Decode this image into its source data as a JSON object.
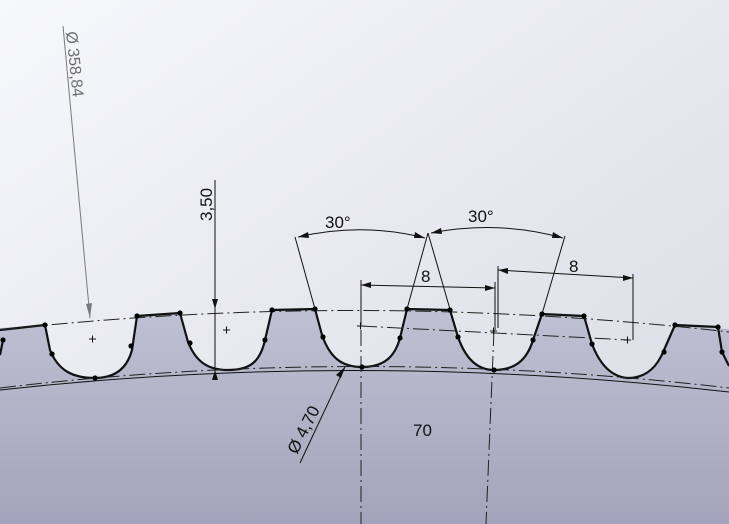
{
  "drawing": {
    "outer_diameter_label": "Ø 358,84",
    "tooth_height_label": "3,50",
    "flank_angle_label_1": "30°",
    "flank_angle_label_2": "30°",
    "pitch_label_1": "8",
    "pitch_label_2": "8",
    "root_diameter_label": "Ø 4,70",
    "tooth_count_label": "70"
  },
  "colors": {
    "background_top": "#f4f5f8",
    "background_bottom": "#dcdde6",
    "part_fill_top": "#babbd0",
    "part_fill_bottom": "#a4a5bc",
    "line": "#111111",
    "leader_grey": "#7a7a7a"
  }
}
